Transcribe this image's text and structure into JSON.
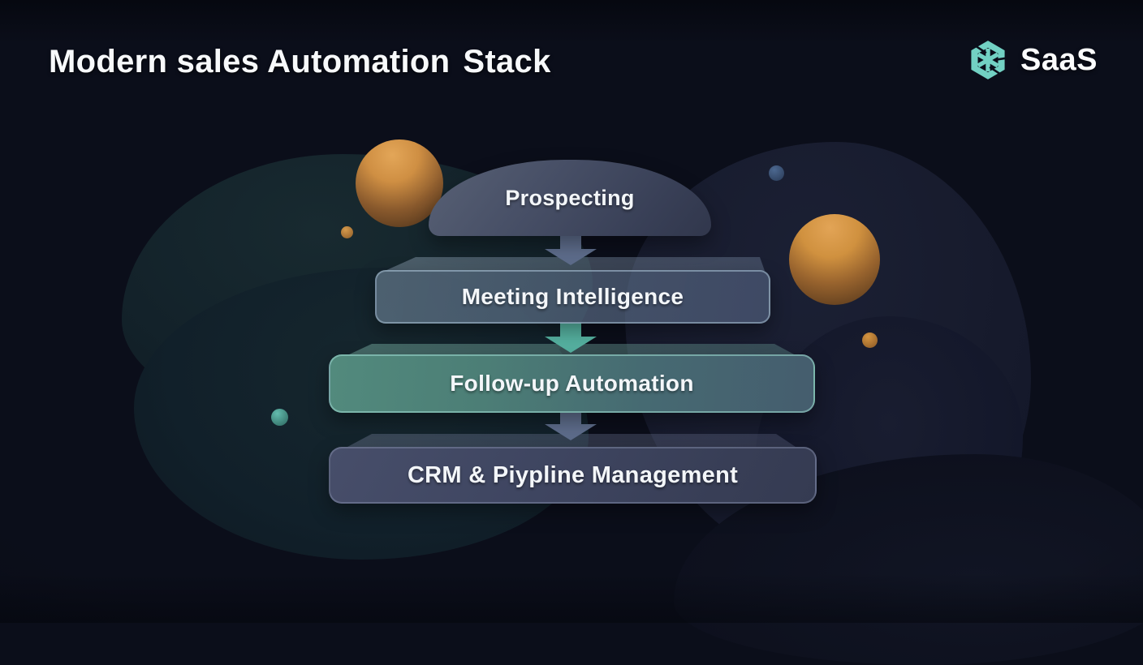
{
  "slide": {
    "title_part1": "Modern sales Automation",
    "title_part2": "Stack"
  },
  "brand": {
    "name": "SaaS",
    "icon": "hexagon-asterisk",
    "icon_color": "#72d1c3"
  },
  "flow": {
    "type": "vertical-stack",
    "connector": "block-down-arrow",
    "items": [
      {
        "id": "prospecting",
        "label": "Prospecting",
        "highlighted": false
      },
      {
        "id": "meeting-intelligence",
        "label": "Meeting Intelligence",
        "highlighted": false
      },
      {
        "id": "follow-up-automation",
        "label": "Follow-up Automation",
        "highlighted": true
      },
      {
        "id": "crm-pipeline",
        "label": "CRM & Piypline Management",
        "highlighted": false
      }
    ],
    "arrow_colors": [
      "#5e6d8c",
      "#57b4a3",
      "#5e6d8c"
    ]
  },
  "colors": {
    "background": "#0b0e1a",
    "accent_teal": "#57b4a3",
    "accent_orange": "#d79a4f",
    "box_slate": "#3e4560",
    "box_highlight_start": "#528a7d",
    "box_highlight_end": "#455d6e",
    "text": "#f3f6f9"
  }
}
